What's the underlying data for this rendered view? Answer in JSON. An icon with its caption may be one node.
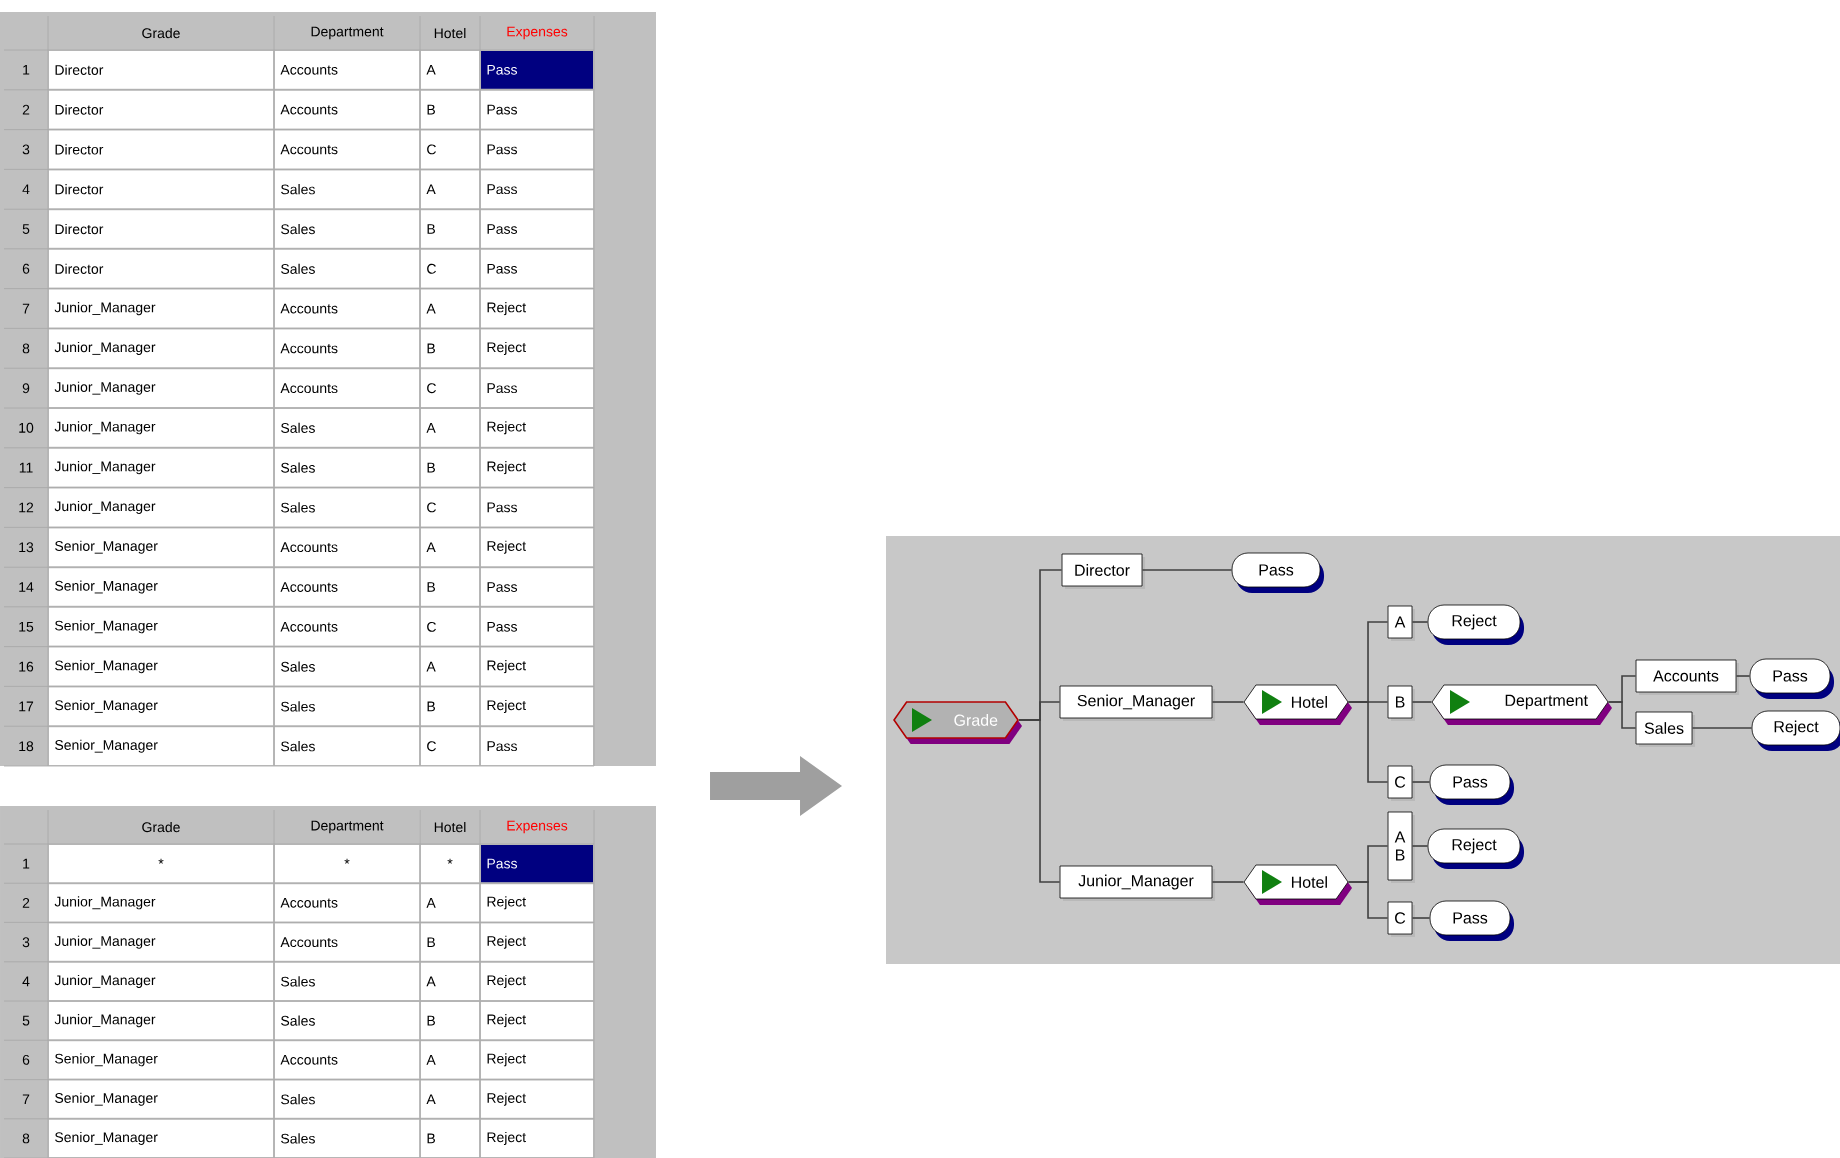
{
  "diagram": {
    "nodes": [
      {
        "text": [
          "Grade"
        ]
      },
      {
        "text": [
          "Director"
        ]
      },
      {
        "text": [
          "Pass"
        ]
      },
      {
        "text": [
          "Senior_Manager"
        ]
      },
      {
        "text": [
          "Hotel"
        ]
      },
      {
        "text": [
          "A"
        ]
      },
      {
        "text": [
          "Reject"
        ]
      },
      {
        "text": [
          "B"
        ]
      },
      {
        "text": [
          "Department"
        ]
      },
      {
        "text": [
          "Accounts"
        ]
      },
      {
        "text": [
          "Pass"
        ]
      },
      {
        "text": [
          "Sales"
        ]
      },
      {
        "text": [
          "Reject"
        ]
      },
      {
        "text": [
          "C"
        ]
      },
      {
        "text": [
          "Pass"
        ]
      },
      {
        "text": [
          "Junior_Manager"
        ]
      },
      {
        "text": [
          "Hotel"
        ]
      },
      {
        "text": [
          "A B"
        ]
      },
      {
        "text": [
          "Reject"
        ]
      },
      {
        "text": [
          "C"
        ]
      },
      {
        "text": [
          "Pass"
        ]
      }
    ],
    "edges": [
      {
        "from": 0,
        "to": 1,
        "arrow": "none"
      },
      {
        "from": 0,
        "to": 3,
        "arrow": "none"
      },
      {
        "from": 0,
        "to": 15,
        "arrow": "none"
      },
      {
        "from": 1,
        "to": 2,
        "arrow": "none"
      },
      {
        "from": 3,
        "to": 4,
        "arrow": "none"
      },
      {
        "from": 4,
        "to": 5,
        "arrow": "none"
      },
      {
        "from": 4,
        "to": 7,
        "arrow": "none"
      },
      {
        "from": 4,
        "to": 13,
        "arrow": "none"
      },
      {
        "from": 5,
        "to": 6,
        "arrow": "none"
      },
      {
        "from": 7,
        "to": 8,
        "arrow": "none"
      },
      {
        "from": 8,
        "to": 9,
        "arrow": "none"
      },
      {
        "from": 8,
        "to": 11,
        "arrow": "none"
      },
      {
        "from": 9,
        "to": 10,
        "arrow": "none"
      },
      {
        "from": 11,
        "to": 12,
        "arrow": "none"
      },
      {
        "from": 13,
        "to": 14,
        "arrow": "none"
      },
      {
        "from": 15,
        "to": 16,
        "arrow": "none"
      },
      {
        "from": 16,
        "to": 17,
        "arrow": "none"
      },
      {
        "from": 16,
        "to": 19,
        "arrow": "none"
      },
      {
        "from": 17,
        "to": 18,
        "arrow": "none"
      },
      {
        "from": 19,
        "to": 20,
        "arrow": "none"
      }
    ],
    "labels": [
      "Grade",
      "Department",
      "Hotel",
      "Expenses",
      "1",
      "Director",
      "Accounts",
      "A",
      "Pass",
      "2",
      "Director",
      "Accounts",
      "B",
      "Pass",
      "3",
      "Director",
      "Accounts",
      "C",
      "Pass",
      "4",
      "Director",
      "Sales",
      "A",
      "Pass",
      "5",
      "Director",
      "Sales",
      "B",
      "Pass",
      "6",
      "Director",
      "Sales",
      "C",
      "Pass",
      "7",
      "Junior_Manager",
      "Accounts",
      "A",
      "Reject",
      "8",
      "Junior_Manager",
      "Accounts",
      "B",
      "Reject",
      "9",
      "Junior_Manager",
      "Accounts",
      "C",
      "Pass",
      "10",
      "Junior_Manager",
      "Sales",
      "A",
      "Reject",
      "11",
      "Junior_Manager",
      "Sales",
      "B",
      "Reject",
      "12",
      "Junior_Manager",
      "Sales",
      "C",
      "Pass",
      "13",
      "Senior_Manager",
      "Accounts",
      "A",
      "Reject",
      "14",
      "Senior_Manager",
      "Accounts",
      "B",
      "Pass",
      "15",
      "Senior_Manager",
      "Accounts",
      "C",
      "Pass",
      "16",
      "Senior_Manager",
      "Sales",
      "A",
      "Reject",
      "17",
      "Senior_Manager",
      "Sales",
      "B",
      "Reject",
      "18",
      "Senior_Manager",
      "Sales",
      "C",
      "Pass",
      "Grade",
      "Department",
      "Hotel",
      "Expenses",
      "1",
      "*",
      "*",
      "*",
      "Pass",
      "2",
      "Junior_Manager",
      "Accounts",
      "A",
      "Reject",
      "3",
      "Junior_Manager",
      "Accounts",
      "B",
      "Reject",
      "4",
      "Junior_Manager",
      "Sales",
      "A",
      "Reject",
      "5",
      "Junior_Manager",
      "Sales",
      "B",
      "Reject",
      "6",
      "Senior_Manager",
      "Accounts",
      "A",
      "Reject",
      "7",
      "Senior_Manager",
      "Sales",
      "A",
      "Reject",
      "8",
      "Senior_Manager",
      "Sales",
      "B",
      "Reject"
    ]
  }
}
